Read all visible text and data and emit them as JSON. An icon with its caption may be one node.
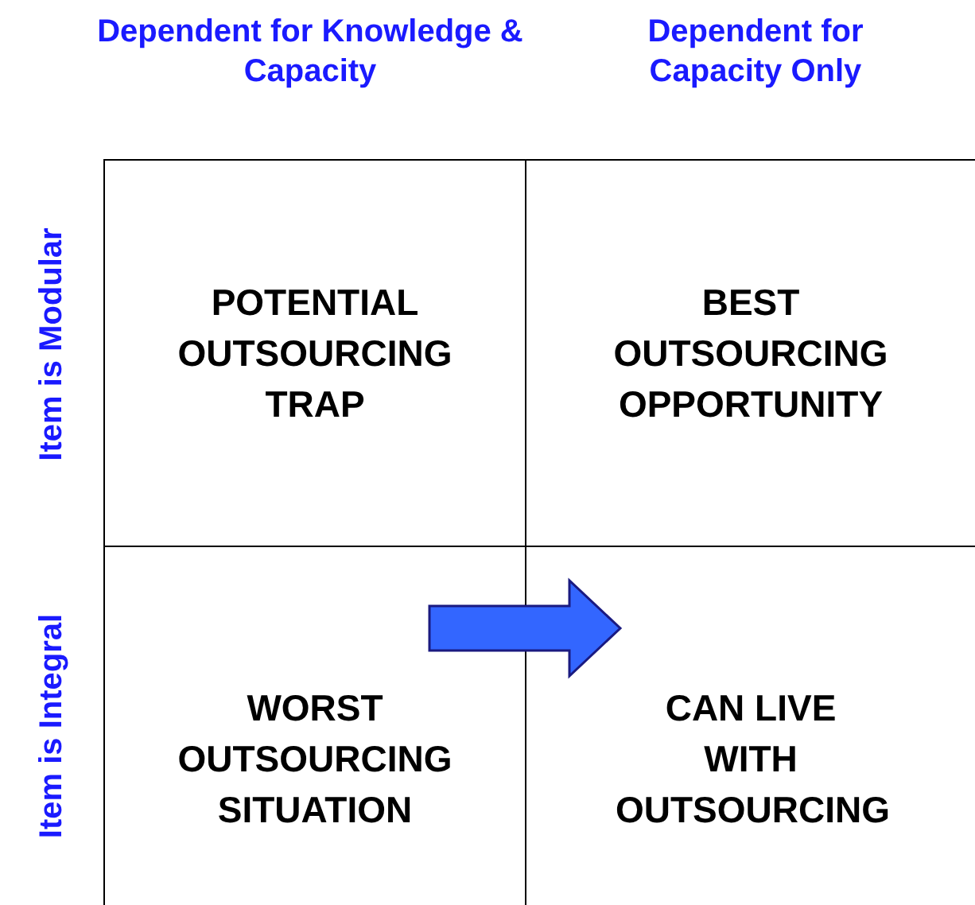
{
  "diagram": {
    "nodes": [
      {
        "text": [
          "POTENTIAL OUTSOURCING TRAP"
        ]
      },
      {
        "text": [
          "BEST OUTSOURCING OPPORTUNITY"
        ]
      },
      {
        "text": [
          "WORST OUTSOURCING SITUATION"
        ]
      },
      {
        "text": [
          "CAN LIVE WITH OUTSOURCING"
        ]
      }
    ],
    "edges": [
      {
        "from": 2,
        "to": 3,
        "arrow": "to",
        "style": "thick"
      }
    ],
    "labels": [
      "Dependent for Knowledge & Capacity",
      "Dependent for Capacity Only",
      "Item is Modular",
      "Item is Integral"
    ]
  }
}
